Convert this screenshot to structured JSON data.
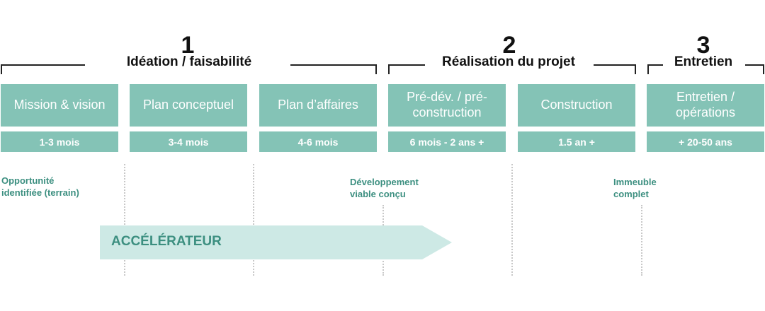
{
  "phases": [
    {
      "number": "1",
      "title": "Idéation / faisabilité"
    },
    {
      "number": "2",
      "title": "Réalisation du projet"
    },
    {
      "number": "3",
      "title": "Entretien"
    }
  ],
  "stages": [
    {
      "label": "Mission & vision",
      "duration": "1-3 mois"
    },
    {
      "label": "Plan conceptuel",
      "duration": "3-4 mois"
    },
    {
      "label": "Plan d’affaires",
      "duration": "4-6 mois"
    },
    {
      "label": "Pré-dév. / pré-construction",
      "duration": "6 mois - 2 ans +"
    },
    {
      "label": "Construction",
      "duration": "1.5 an +"
    },
    {
      "label": "Entretien / opérations",
      "duration": "+ 20-50 ans"
    }
  ],
  "milestones": [
    {
      "line1": "Opportunité",
      "line2": "identifiée (terrain)"
    },
    {
      "line1": "Développement",
      "line2": "viable conçu"
    },
    {
      "line1": "Immeuble",
      "line2": "complet"
    }
  ],
  "arrow": {
    "label": "ACCÉLÉRATEUR"
  },
  "colors": {
    "stage_fill": "#84c3b6",
    "accent_text": "#3c8f80",
    "arrow_fill": "#cde9e5"
  }
}
